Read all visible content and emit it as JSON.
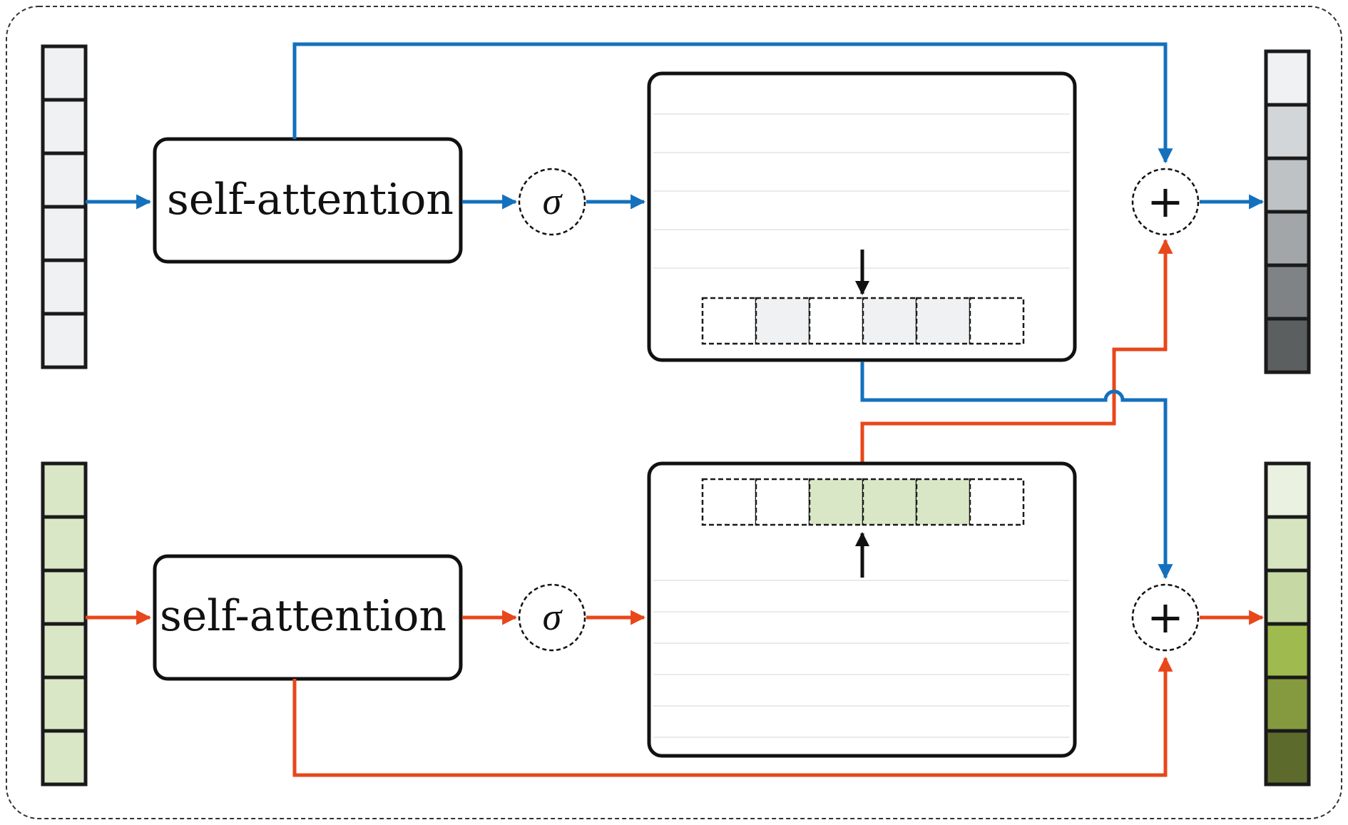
{
  "top_branch": {
    "block_label": "self-attention",
    "sigma_symbol": "σ",
    "sum_symbol": "+",
    "input_cell_colors": [
      "#eff1f2",
      "#eff1f2",
      "#eff1f2",
      "#eff1f2",
      "#eff1f2",
      "#eff1f2"
    ],
    "output_cell_colors": [
      "#f0f1f2",
      "#d3d6d8",
      "#bfc2c4",
      "#a3a6a8",
      "#7f8385",
      "#5b5f60"
    ],
    "selector_cell_colors": [
      "#ffffff",
      "#eff1f2",
      "#ffffff",
      "#eff1f2",
      "#eff1f2",
      "#ffffff"
    ],
    "arrow_color": "#1470bd",
    "signal_color": "#a8a8a8"
  },
  "bottom_branch": {
    "block_label": "self-attention",
    "sigma_symbol": "σ",
    "sum_symbol": "+",
    "input_cell_colors": [
      "#dae7c6",
      "#dae7c6",
      "#dae7c6",
      "#dae7c6",
      "#dae7c6",
      "#dae7c6"
    ],
    "output_cell_colors": [
      "#ebf1e0",
      "#d6e4c0",
      "#c6d9a4",
      "#9fba4e",
      "#85993f",
      "#5c6b2c"
    ],
    "selector_cell_colors": [
      "#ffffff",
      "#ffffff",
      "#dae7c6",
      "#dae7c6",
      "#dae7c6",
      "#ffffff"
    ],
    "arrow_color": "#e8471a",
    "signal_color": "#3a7dc4"
  }
}
